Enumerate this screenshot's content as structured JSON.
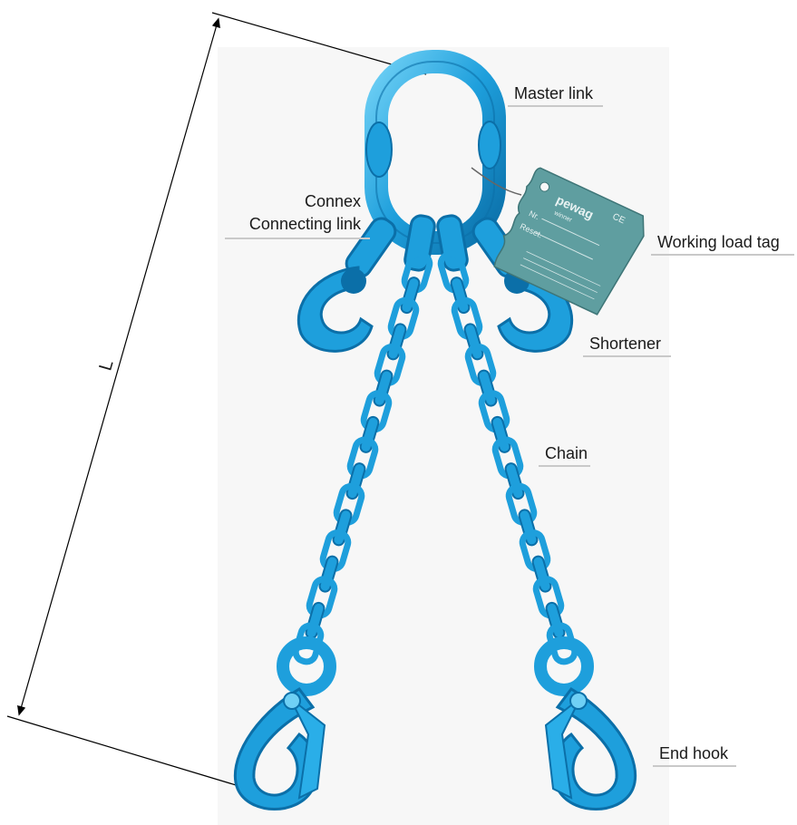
{
  "labels": {
    "master_link": "Master link",
    "connex_line1": "Connex",
    "connex_line2": "Connecting link",
    "working_load_tag": "Working load tag",
    "shortener": "Shortener",
    "chain": "Chain",
    "end_hook": "End hook",
    "length": "L"
  },
  "tag": {
    "brand": "pewag",
    "sub": "winner",
    "ce": "CE",
    "nr": "Nr.",
    "reset": "Reset."
  },
  "colors": {
    "chain_blue": "#1e9fdc",
    "chain_dark": "#0b6fa8",
    "chain_light": "#6fd0f5",
    "tag_green": "#5f9ea0",
    "line": "#000000"
  }
}
